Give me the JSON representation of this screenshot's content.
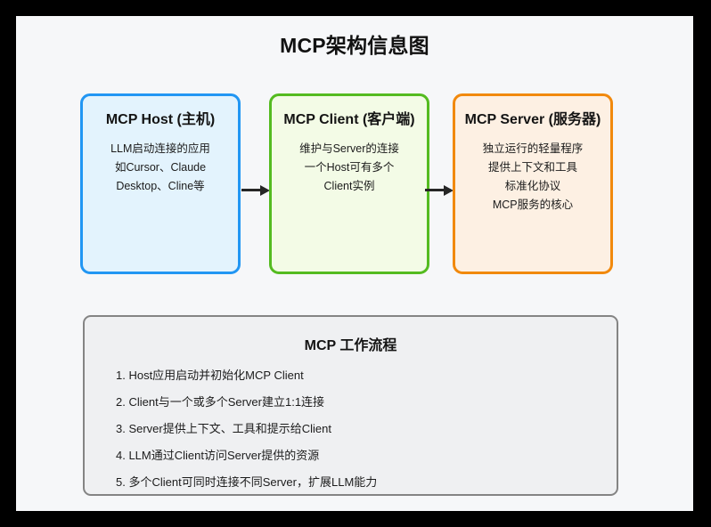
{
  "page": {
    "title": "MCP架构信息图",
    "background_color": "#f6f7f9",
    "frame_color": "#000000"
  },
  "architecture": {
    "boxes": [
      {
        "id": "mcp-host",
        "title": "MCP Host (主机)",
        "lines": [
          "LLM启动连接的应用",
          "如Cursor、Claude",
          "Desktop、Cline等"
        ],
        "fill_color": "#e3f3fd",
        "border_color": "#2196f3"
      },
      {
        "id": "mcp-client",
        "title": "MCP Client (客户端)",
        "lines": [
          "维护与Server的连接",
          "一个Host可有多个",
          "Client实例"
        ],
        "fill_color": "#f3fbe6",
        "border_color": "#54bb20"
      },
      {
        "id": "mcp-server",
        "title": "MCP Server (服务器)",
        "lines": [
          "独立运行的轻量程序",
          "提供上下文和工具",
          "标准化协议",
          "MCP服务的核心"
        ],
        "fill_color": "#fdf0e3",
        "border_color": "#f1890d"
      }
    ],
    "connectors": [
      {
        "id": "host-to-client",
        "from": "mcp-host",
        "to": "mcp-client",
        "color": "#262626"
      },
      {
        "id": "client-to-server",
        "from": "mcp-client",
        "to": "mcp-server",
        "color": "#262626"
      }
    ]
  },
  "workflow": {
    "title": "MCP 工作流程",
    "fill_color": "#eff0f2",
    "border_color": "#848484",
    "steps": [
      "1. Host应用启动并初始化MCP Client",
      "2. Client与一个或多个Server建立1:1连接",
      "3. Server提供上下文、工具和提示给Client",
      "4. LLM通过Client访问Server提供的资源",
      "5. 多个Client可同时连接不同Server，扩展LLM能力"
    ]
  }
}
